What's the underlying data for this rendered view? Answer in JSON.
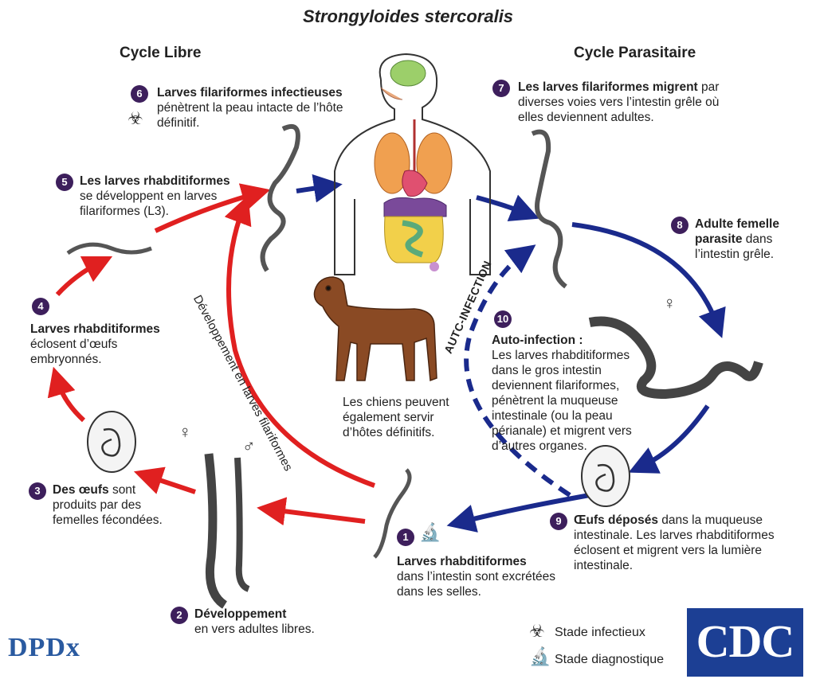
{
  "title": "Strongyloides stercoralis",
  "cycle_free": "Cycle Libre",
  "cycle_parasitic": "Cycle Parasitaire",
  "steps": [
    {
      "num": "1",
      "bold": "Larves rhabditiformes",
      "text": "dans l’intestin sont excrétées dans les selles."
    },
    {
      "num": "2",
      "bold": "Développement",
      "text": "en vers adultes libres."
    },
    {
      "num": "3",
      "bold": "Des œufs",
      "text": "sont produits par des femelles fécondées."
    },
    {
      "num": "4",
      "bold": "Larves rhabditiformes",
      "text": "éclosent d’œufs embryonnés."
    },
    {
      "num": "5",
      "bold": "Les larves rhabditiformes",
      "text": "se développent en larves filariformes (L3)."
    },
    {
      "num": "6",
      "bold": "Larves filariformes infectieuses",
      "text": "pénètrent la peau intacte de l’hôte définitif."
    },
    {
      "num": "7",
      "bold": "Les larves filariformes migrent",
      "text": "par diverses voies vers l’intestin grêle où elles deviennent adultes."
    },
    {
      "num": "8",
      "bold": "Adulte femelle parasite",
      "text": "dans l’intestin grêle."
    },
    {
      "num": "9",
      "bold": "Œufs déposés",
      "text": "dans la muqueuse intestinale. Les larves rhabditiformes éclosent et migrent vers la lumière intestinale."
    },
    {
      "num": "10",
      "bold": "Auto-infection :",
      "text": "Les larves rhabditiformes dans le gros intestin deviennent filariformes, pénètrent la muqueuse intestinale (ou la peau périanale) et migrent vers d’autres organes."
    }
  ],
  "dog_caption": "Les chiens peuvent également servir d’hôtes définitifs.",
  "dev_label": "Développement en larves filariformes",
  "autoinfection_label": "AUTC-INFECTION",
  "female_symbol": "♀",
  "male_symbol": "♂",
  "legend": {
    "infectious": "Stade infectieux",
    "diagnostic": "Stade diagnostique",
    "infectious_icon": "biohazard-icon",
    "diagnostic_icon": "microscope-icon"
  },
  "logos": {
    "dpdx": "DPDx",
    "cdc": "CDC"
  },
  "colors": {
    "free_cycle_arrow": "#e02020",
    "parasitic_cycle_arrow": "#1a2a8c",
    "badge": "#3d1f5c",
    "cdc_blue": "#1c3f94"
  }
}
